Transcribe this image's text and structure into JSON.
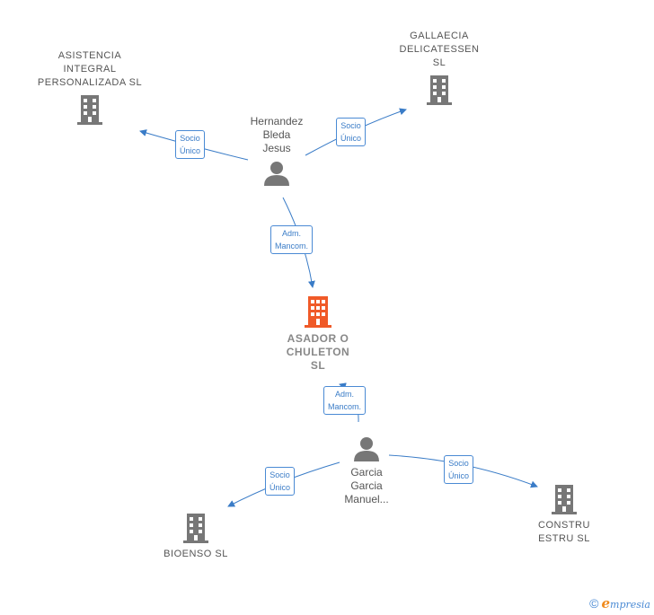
{
  "nodes": {
    "asistencia": {
      "label": "ASISTENCIA\nINTEGRAL\nPERSONALIZADA SL",
      "icon": "building-icon"
    },
    "gallaecia": {
      "label": "GALLAECIA\nDELICATESSEN\nSL",
      "icon": "building-icon"
    },
    "hernandez": {
      "label": "Hernandez\nBleda\nJesus",
      "icon": "person-icon"
    },
    "asador": {
      "label": "ASADOR O\nCHULETON\nSL",
      "icon": "building-icon"
    },
    "garcia": {
      "label": "Garcia\nGarcia\nManuel...",
      "icon": "person-icon"
    },
    "bioenso": {
      "label": "BIOENSO  SL",
      "icon": "building-icon"
    },
    "constru": {
      "label": "CONSTRU\nESTRU  SL",
      "icon": "building-icon"
    }
  },
  "edges": {
    "hernandez_asistencia": "Socio\nÚnico",
    "hernandez_gallaecia": "Socio\nÚnico",
    "hernandez_asador": "Adm.\nMancom.",
    "garcia_asador": "Adm.\nMancom.",
    "garcia_bioenso": "Socio\nÚnico",
    "garcia_constru": "Socio\nÚnico"
  },
  "colors": {
    "building": "#777777",
    "building_main": "#f05a28",
    "person": "#777777",
    "edge": "#3a7cc7"
  },
  "footer": {
    "copyright": "©",
    "brand_initial": "e",
    "brand_rest": "mpresia"
  }
}
